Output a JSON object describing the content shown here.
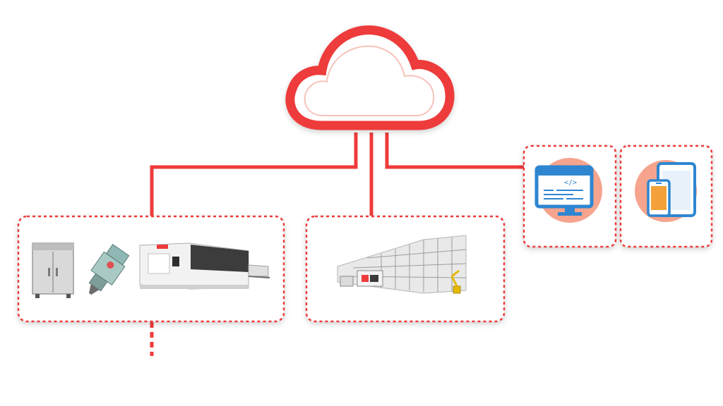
{
  "colors": {
    "accent": "#ee3b3b",
    "accent_soft": "#f47c6b",
    "icon_blue": "#2e86d1",
    "icon_bg": "#f6a48e",
    "device_grey": "#d6d6d6",
    "device_dark": "#4a4a4a",
    "background": "#ffffff"
  },
  "cloud": {
    "icon": "cloud-icon"
  },
  "nodes": [
    {
      "id": "equipment-group",
      "icons": [
        "cabinet-icon",
        "laser-head-icon",
        "laser-cutting-machine-icon"
      ]
    },
    {
      "id": "production-line",
      "icons": [
        "automated-warehouse-line-icon"
      ]
    },
    {
      "id": "computer",
      "icons": [
        "monitor-code-icon"
      ]
    },
    {
      "id": "mobile",
      "icons": [
        "phone-tablet-icon"
      ]
    }
  ]
}
